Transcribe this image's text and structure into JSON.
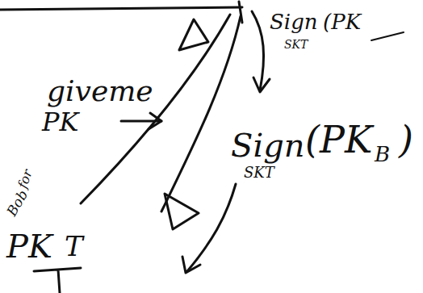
{
  "diagram": {
    "labels": [
      "giveme",
      "PK",
      "for",
      "Bob",
      "PK",
      "T",
      "Sign",
      "(PK",
      "SKT",
      "Sign",
      "(PK",
      "B",
      ")",
      "SKT"
    ]
  }
}
